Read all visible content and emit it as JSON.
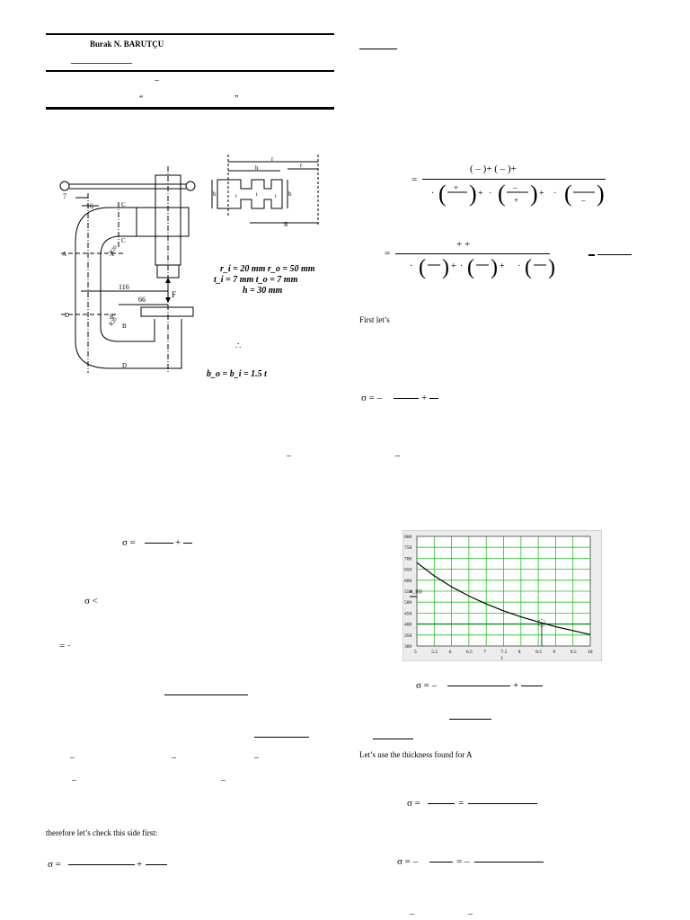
{
  "header": {
    "author": "Burak N. BARUTÇU",
    "dash1": "–",
    "quote_open": "“",
    "quote_close": "”"
  },
  "figure": {
    "dims": [
      "7",
      "16",
      "116",
      "66"
    ],
    "section_letters": [
      "A",
      "A",
      "B",
      "B",
      "C",
      "C",
      "D",
      "D"
    ],
    "radius_a": "R20",
    "radius_b": "R20",
    "force": "F",
    "cross_section": {
      "ro_label": "r",
      "ri_label": "r",
      "h_label": "h",
      "bo_label": "b",
      "bi_label": "b",
      "to_label": "t",
      "ti_label": "t",
      "t_label": "t",
      "R_label": "R"
    },
    "params_line1": "r_i = 20 mm  r_o = 50 mm",
    "params_line2": "t_i = 7 mm    t_o = 7 mm",
    "params_line3": "h = 30 mm",
    "therefore": "∴",
    "b_relation": "b_o = b_i = 1.5 t"
  },
  "left_col": {
    "dash_a": "–",
    "dash_b": "–",
    "sigma_eq1": "σ  =",
    "sigma_lt": "σ <",
    "eq_dot": "=  ·",
    "dashes_row1": [
      "–",
      "–",
      "–"
    ],
    "dashes_row2": [
      "–",
      "–"
    ],
    "check_text": "therefore let’s check this side first:",
    "sigma_eq2": "σ  ="
  },
  "right_col": {
    "eq_big1": "(  –  )+   (  –  )+",
    "eq_eq1": "=",
    "eq_big2": "+       +",
    "eq_eq2": "=",
    "first_lets": "First let’s",
    "sigma_eq3": "σ   = –",
    "dash_c": "–",
    "sigma_eq4": "σ   = –",
    "use_thickness": "Let’s use the thickness found for A",
    "sigma_eq5": "σ  =",
    "sigma_eq6": "σ   = –",
    "dash_bottom": [
      "–",
      "–"
    ]
  },
  "chart_data": {
    "type": "line",
    "ylabel": "σ_i(t)",
    "xlabel": "t",
    "x_ticks": [
      5,
      5.5,
      6,
      6.5,
      7,
      7.5,
      8,
      8.5,
      9,
      9.5,
      10
    ],
    "y_ticks": [
      300,
      350,
      400,
      450,
      500,
      550,
      600,
      650,
      700,
      750,
      800
    ],
    "xlim": [
      5,
      10
    ],
    "ylim": [
      300,
      800
    ],
    "grid": true,
    "series": [
      {
        "x": [
          5,
          5.5,
          6,
          6.5,
          7,
          7.5,
          8,
          8.5,
          9,
          9.5,
          10
        ],
        "values": [
          680,
          620,
          570,
          528,
          492,
          460,
          433,
          410,
          388,
          370,
          352
        ]
      }
    ],
    "reference_line": 400,
    "marked_point": [
      8.6,
      405
    ]
  }
}
